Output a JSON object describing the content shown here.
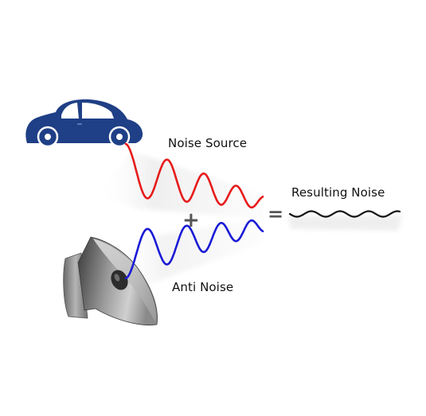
{
  "labels": {
    "noise_source": "Noise Source",
    "resulting_noise": "Resulting Noise",
    "anti_noise": "Anti Noise"
  },
  "operators": {
    "plus": "+",
    "equals": "="
  },
  "icons": {
    "source": "car-icon",
    "speaker": "loudspeaker-icon"
  },
  "colors": {
    "car": "#1f3f86",
    "noise_wave": "#e61b1b",
    "anti_wave": "#1a1ad6",
    "result_wave": "#111111",
    "operator": "#555555"
  }
}
